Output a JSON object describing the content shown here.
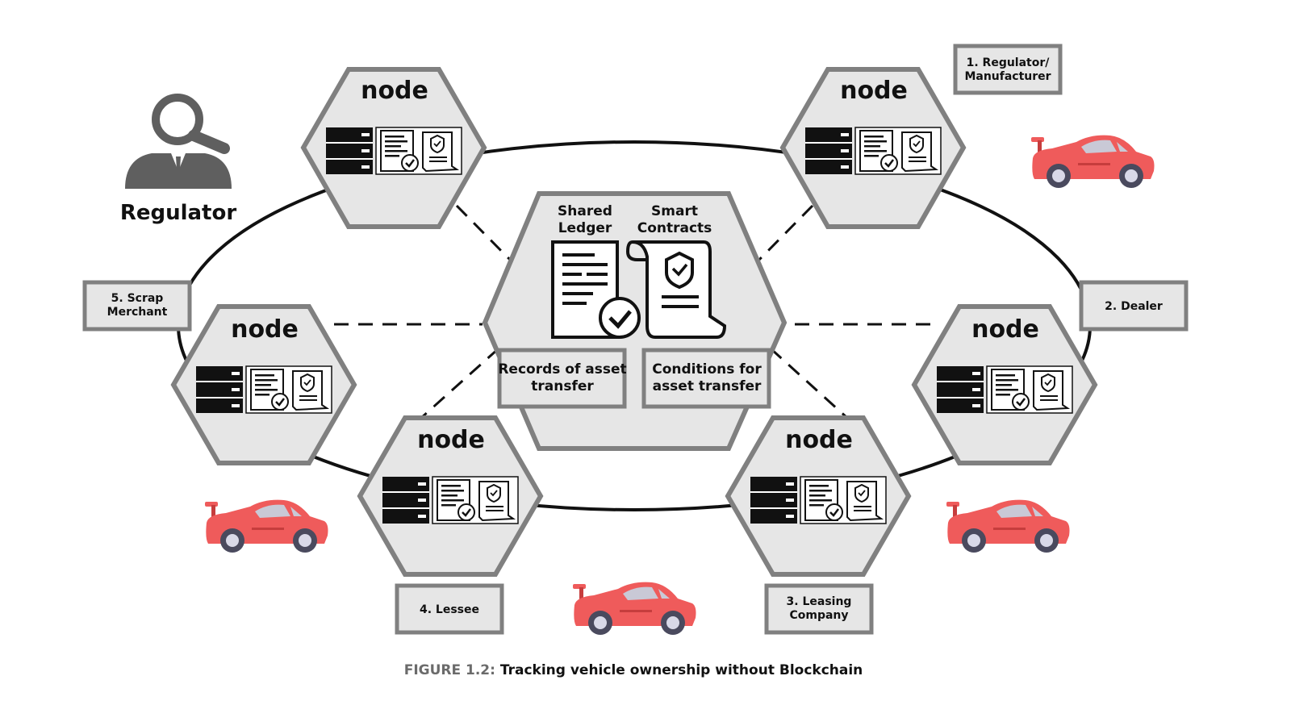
{
  "diagram": {
    "node_title": "node",
    "regulator_label": "Regulator",
    "center": {
      "title_left_line1": "Shared",
      "title_left_line2": "Ledger",
      "title_right_line1": "Smart",
      "title_right_line2": "Contracts",
      "box_left_line1": "Records of asset",
      "box_left_line2": "transfer",
      "box_right_line1": "Conditions for",
      "box_right_line2": "asset transfer"
    },
    "participants": {
      "p1_line1": "1. Regulator/",
      "p1_line2": "Manufacturer",
      "p2": "2. Dealer",
      "p3_line1": "3. Leasing",
      "p3_line2": "Company",
      "p4": "4. Lessee",
      "p5_line1": "5. Scrap",
      "p5_line2": "Merchant"
    },
    "caption_prefix": "FIGURE 1.2:",
    "caption_text": " Tracking vehicle ownership without Blockchain"
  },
  "colors": {
    "hex_fill": "#e6e6e6",
    "hex_stroke": "#808080",
    "car": "#ef5b5b",
    "car_dark": "#c63d3d"
  },
  "icons": [
    "server-icon",
    "ledger-document-icon",
    "smart-contract-icon",
    "regulator-person-icon",
    "magnifier-icon",
    "car-icon"
  ]
}
